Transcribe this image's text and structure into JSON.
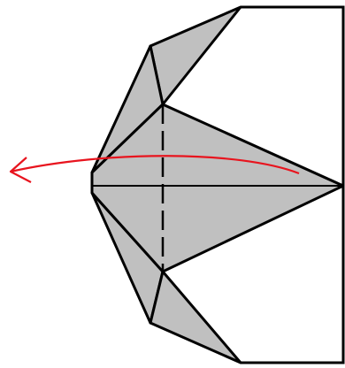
{
  "diagram": {
    "kind": "origami-fold-step",
    "colors": {
      "paper_back": "#ffffff",
      "paper_folded": "#c0c0c0",
      "outline": "#000000",
      "arrow": "#e8141e"
    },
    "fold_line_style": "dashed",
    "arrow_direction": "left"
  }
}
